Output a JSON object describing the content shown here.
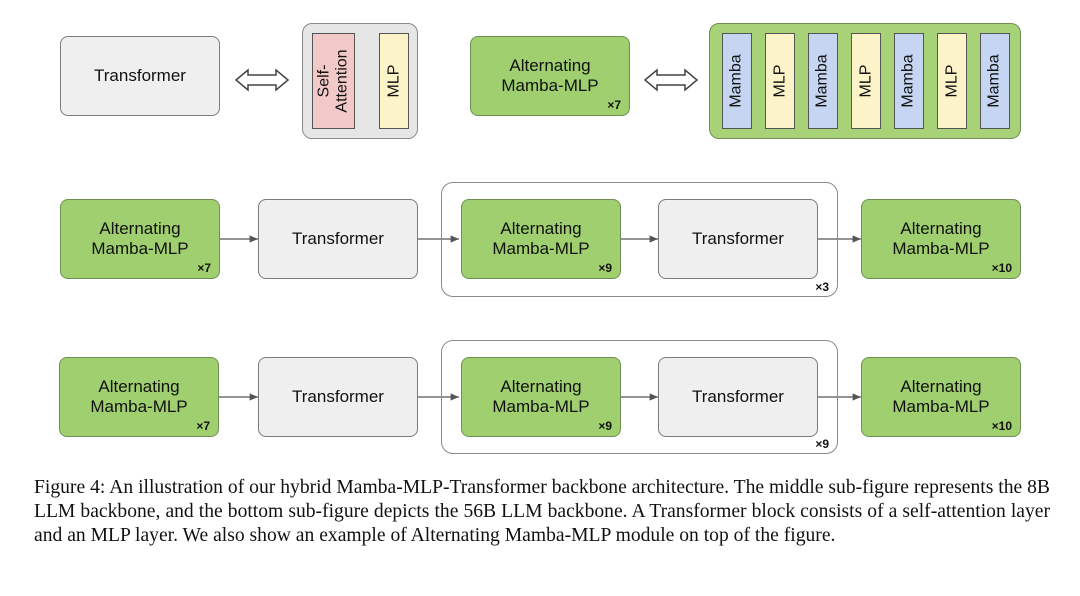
{
  "colors": {
    "green_block": "#9fcf6e",
    "gray_block": "#efefef",
    "mamba_strip": "#c5d5f2",
    "mlp_strip": "#fdf3c9",
    "attention_strip": "#f3c8c9"
  },
  "top": {
    "transformer_label": "Transformer",
    "transformer_parts": [
      "Self-\nAttention",
      "MLP"
    ],
    "alt_label": "Alternating\nMamba-MLP",
    "alt_mult": "×7",
    "alt_parts": [
      "Mamba",
      "MLP",
      "Mamba",
      "MLP",
      "Mamba",
      "MLP",
      "Mamba"
    ],
    "equivalence_icon": "double-arrow-icon"
  },
  "middle": {
    "b1": "Alternating\nMamba-MLP",
    "b1_mult": "×7",
    "b2": "Transformer",
    "b3": "Alternating\nMamba-MLP",
    "b3_mult": "×9",
    "b4": "Transformer",
    "group_mult": "×3",
    "b5": "Alternating\nMamba-MLP",
    "b5_mult": "×10"
  },
  "bottom": {
    "b1": "Alternating\nMamba-MLP",
    "b1_mult": "×7",
    "b2": "Transformer",
    "b3": "Alternating\nMamba-MLP",
    "b3_mult": "×9",
    "b4": "Transformer",
    "group_mult": "×9",
    "b5": "Alternating\nMamba-MLP",
    "b5_mult": "×10"
  },
  "caption": "Figure 4: An illustration of our hybrid Mamba-MLP-Transformer backbone architecture. The middle sub-figure represents the 8B LLM backbone, and the bottom sub-figure depicts the 56B LLM backbone. A Transformer block consists of a self-attention layer and an MLP layer. We also show an example of Alternating Mamba-MLP module on top of the figure."
}
